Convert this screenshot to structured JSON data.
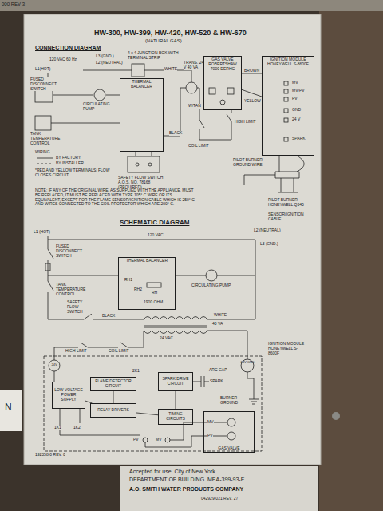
{
  "diagram": {
    "title": "HW-300, HW-399, HW-420, HW-520 & HW-670",
    "nodes": [
      {
        "text": [
          "THERMAL BALANCER"
        ]
      },
      {
        "text": [
          "GAS VALVE ROBERTSHAW 7000 DERHC"
        ]
      },
      {
        "text": [
          "IGNITION MODULE HONEYWELL S-8600F"
        ]
      },
      {
        "text": [
          "THERMAL BALANCER"
        ]
      },
      {
        "text": [
          "LOW VOLTAGE POWER SUPPLY"
        ]
      },
      {
        "text": [
          "FLAME DETECTOR CIRCUIT"
        ]
      },
      {
        "text": [
          "RELAY DRIVERS"
        ]
      },
      {
        "text": [
          "SPARK DRIVE CIRCUIT"
        ]
      },
      {
        "text": [
          "TIMING CIRCUITS"
        ]
      },
      {
        "text": [
          "GAS VALVE"
        ]
      }
    ],
    "edges": [
      {
        "from": 1,
        "to": 2,
        "arrow": "none"
      },
      {
        "from": 4,
        "to": 6,
        "arrow": "none"
      },
      {
        "from": 5,
        "to": 6,
        "arrow": "none"
      },
      {
        "from": 6,
        "to": 8,
        "arrow": "none"
      },
      {
        "from": 8,
        "to": 7,
        "arrow": "none"
      }
    ],
    "labels": [
      "000 REV 3",
      "(NATURAL GAS)",
      "CONNECTION DIAGRAM",
      "120 VAC 60 Hz",
      "L1(HOT)",
      "L3 (GND.)",
      "L2 (NEUTRAL)",
      "4 x 4 JUNCTION BOX WITH TERMINAL STRIP",
      "FUSED DISCONNECT SWITCH",
      "CIRCULATING PUMP",
      "TANK TEMPERATURE CONTROL",
      "WHITE",
      "BLACK",
      "TRANS. 24 V 40 VA",
      "W/TAN",
      "COIL LIMIT",
      "HIGH LIMIT",
      "BROWN",
      "YELLOW",
      "MV",
      "MV/PV",
      "PV",
      "GND",
      "24 V",
      "SPARK",
      "PILOT BURNER GROUND WIRE",
      "PILOT BURNER HONEYWELL Q345",
      "SENSOR/IGNITION CABLE",
      "SAFETY FLOW SWITCH A.O.S. NO. 78168 (REQUIRED)",
      "WIRING",
      "*RED AND YELLOW TERMINALS: FLOW CLOSES CIRCUIT",
      "NOTE: IF ANY OF THE ORIGINAL WIRE, AS SUPPLIED WITH THE APPLIANCE, MUST BE REPLACED, IT MUST BE REPLACED WITH TYPE 105° C WIRE OR ITS EQUIVALENT, EXCEPT FOR THE FLAME SENSOR/IGNITION CABLE WHICH IS 250° C AND WIRES CONNECTED TO THE COIL PROTECTOR WHICH ARE 200° C.",
      "SCHEMATIC DIAGRAM",
      "L1 (HOT)",
      "120 VAC",
      "L2 (NEUTRAL)",
      "L3 (GND.)",
      "FUSED DISCONNECT SWITCH",
      "RH1",
      "RH2",
      "RH",
      "1900 OHM",
      "CIRCULATING PUMP",
      "TANK TEMPERATURE CONTROL",
      "SAFETY FLOW SWITCH",
      "BLACK",
      "WHITE",
      "40 VA",
      "24 VAC",
      "HIGH LIMIT",
      "COIL LIMIT",
      "IGNITION MODULE HONEYWELL S-8600F",
      "24V",
      "24V GND",
      "2K1",
      "ARC GAP",
      "SPARK",
      "BURNER GROUND",
      "1K1",
      "1K2",
      "PV",
      "MV",
      "MV",
      "PV",
      "192358-0 REV. 0",
      "Accepted for use.  City of New York",
      "DEPARTMENT OF BUILDING.  MEA-399-93-E",
      "A.O. SMITH WATER PRODUCTS COMPANY",
      "042929-021 REV. 27",
      "N"
    ],
    "legend": [
      {
        "text": "BY FACTORY"
      },
      {
        "text": "BY INSTALLER"
      }
    ]
  }
}
